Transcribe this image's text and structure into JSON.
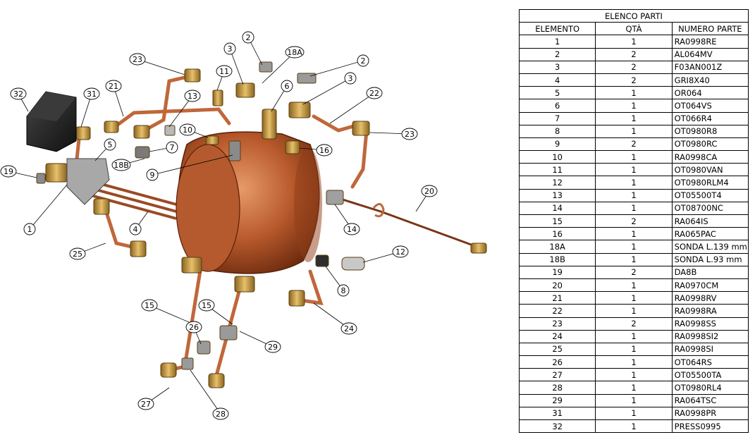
{
  "parts_list": {
    "title": "ELENCO PARTI",
    "headers": [
      "ELEMENTO",
      "QTÀ",
      "NUMERO PARTE"
    ],
    "rows": [
      {
        "el": "1",
        "qty": "1",
        "pn": "RA0998RE"
      },
      {
        "el": "2",
        "qty": "2",
        "pn": "AL064MV"
      },
      {
        "el": "3",
        "qty": "2",
        "pn": "F03AN001Z"
      },
      {
        "el": "4",
        "qty": "2",
        "pn": "GRI8X40"
      },
      {
        "el": "5",
        "qty": "1",
        "pn": "OR064"
      },
      {
        "el": "6",
        "qty": "1",
        "pn": "OT064VS"
      },
      {
        "el": "7",
        "qty": "1",
        "pn": "OT066R4"
      },
      {
        "el": "8",
        "qty": "1",
        "pn": "OT0980R8"
      },
      {
        "el": "9",
        "qty": "2",
        "pn": "OT0980RC"
      },
      {
        "el": "10",
        "qty": "1",
        "pn": "RA0998CA"
      },
      {
        "el": "11",
        "qty": "1",
        "pn": "OT0980VAN"
      },
      {
        "el": "12",
        "qty": "1",
        "pn": "OT0980RLM4"
      },
      {
        "el": "13",
        "qty": "1",
        "pn": "OT05500T4"
      },
      {
        "el": "14",
        "qty": "1",
        "pn": "OT08700NC"
      },
      {
        "el": "15",
        "qty": "2",
        "pn": "RA064IS"
      },
      {
        "el": "16",
        "qty": "1",
        "pn": "RA065PAC"
      },
      {
        "el": "18A",
        "qty": "1",
        "pn": "SONDA    L.139 mm"
      },
      {
        "el": "18B",
        "qty": "1",
        "pn": "SONDA      L.93 mm"
      },
      {
        "el": "19",
        "qty": "2",
        "pn": "DA8B"
      },
      {
        "el": "20",
        "qty": "1",
        "pn": "RA0970CM"
      },
      {
        "el": "21",
        "qty": "1",
        "pn": "RA0998RV"
      },
      {
        "el": "22",
        "qty": "1",
        "pn": "RA0998RA"
      },
      {
        "el": "23",
        "qty": "2",
        "pn": "RA0998SS"
      },
      {
        "el": "24",
        "qty": "1",
        "pn": "RA0998SI2"
      },
      {
        "el": "25",
        "qty": "1",
        "pn": "RA0998SI"
      },
      {
        "el": "26",
        "qty": "1",
        "pn": "OT064RS"
      },
      {
        "el": "27",
        "qty": "1",
        "pn": "OT05500TA"
      },
      {
        "el": "28",
        "qty": "1",
        "pn": "OT0980RL4"
      },
      {
        "el": "29",
        "qty": "1",
        "pn": "RA064TSC"
      },
      {
        "el": "31",
        "qty": "1",
        "pn": "RA0998PR"
      },
      {
        "el": "32",
        "qty": "1",
        "pn": "PRESS0995"
      }
    ]
  },
  "balloons": [
    "2",
    "3",
    "18A",
    "2",
    "3",
    "23",
    "11",
    "21",
    "13",
    "6",
    "22",
    "32",
    "31",
    "10",
    "16",
    "23",
    "5",
    "7",
    "18B",
    "9",
    "19",
    "20",
    "1",
    "4",
    "14",
    "12",
    "25",
    "8",
    "15",
    "15",
    "24",
    "26",
    "29",
    "27",
    "28"
  ],
  "colors": {
    "copper": "#c0673a",
    "copper_dark": "#7a3415",
    "brass": "#c79a3c",
    "steel": "#8a8a8a",
    "black": "#1e1e1e"
  }
}
